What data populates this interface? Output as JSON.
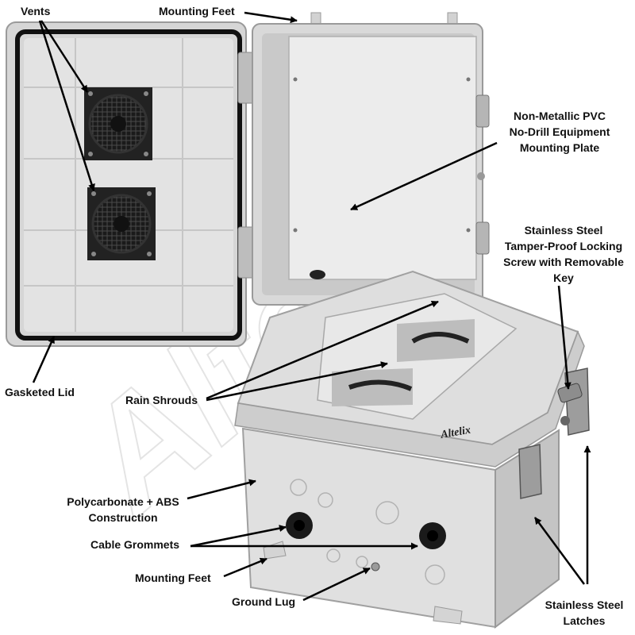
{
  "labels": {
    "vents": "Vents",
    "mounting_feet_top": "Mounting Feet",
    "mounting_plate": [
      "Non-Metallic PVC",
      "No-Drill Equipment",
      "Mounting Plate"
    ],
    "locking_screw": [
      "Stainless Steel",
      "Tamper-Proof Locking",
      "Screw with Removable",
      "Key"
    ],
    "gasketed_lid": "Gasketed Lid",
    "rain_shrouds": "Rain Shrouds",
    "construction": [
      "Polycarbonate + ABS",
      "Construction"
    ],
    "cable_grommets": "Cable Grommets",
    "mounting_feet_bottom": "Mounting Feet",
    "ground_lug": "Ground Lug",
    "latches": [
      "Stainless Steel",
      "Latches"
    ]
  },
  "logo": "Altelix",
  "colors": {
    "enclosure": "#dcdcdc",
    "enclosure_shadow": "#b9b9b9",
    "plate": "#ececec",
    "gasket": "#111111",
    "fan": "#1a1a1a",
    "label_text": "#111111",
    "arrow": "#000000"
  }
}
